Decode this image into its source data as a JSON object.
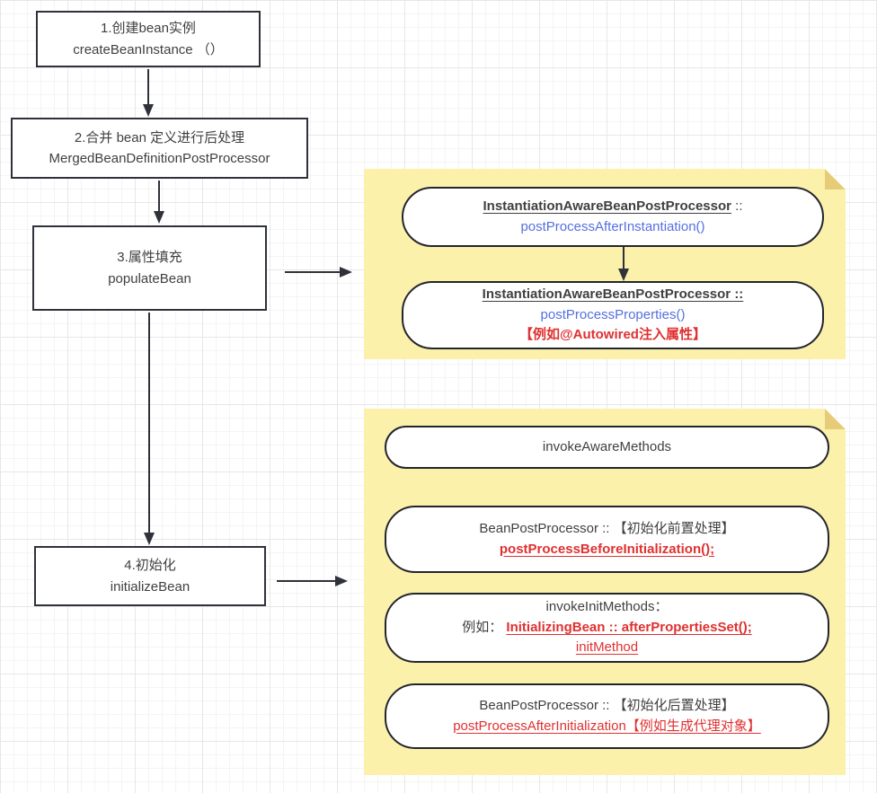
{
  "colors": {
    "note_fill": "#FBF1AB",
    "note_fold": "#E6CC78",
    "link_blue": "#5470E0",
    "alert_red": "#E03030",
    "stroke_dark": "#2F323A",
    "text_dark": "#3F3F3F"
  },
  "flow": {
    "step1": {
      "line1": "1.创建bean实例",
      "line2": "createBeanInstance （）"
    },
    "step2": {
      "line1": "2.合并 bean 定义进行后处理",
      "line2": "MergedBeanDefinitionPostProcessor"
    },
    "step3": {
      "line1": "3.属性填充",
      "line2": "populateBean"
    },
    "step4": {
      "line1": "4.初始化",
      "line2": "initializeBean"
    }
  },
  "note1": {
    "box_after_instantiation": {
      "title_bold": "InstantiationAwareBeanPostProcessor",
      "title_rest": " ::",
      "method_blue": "postProcessAfterInstantiation()"
    },
    "box_properties": {
      "title_bold": "InstantiationAwareBeanPostProcessor ::",
      "method_blue": "postProcessProperties()",
      "note_red": "【例如@Autowired注入属性】"
    }
  },
  "note2": {
    "box_aware": {
      "text": "invokeAwareMethods"
    },
    "box_before_init": {
      "line1": "BeanPostProcessor ::  【初始化前置处理】",
      "line2_red": "postProcessBeforeInitialization();"
    },
    "box_init_methods": {
      "line1": "invokeInitMethods：",
      "line2_prefix": "例如：",
      "line2_red": "InitializingBean :: afterPropertiesSet();",
      "line3_red": "initMethod"
    },
    "box_after_init": {
      "line1": "BeanPostProcessor ::  【初始化后置处理】",
      "line2_red": "postProcessAfterInitialization【例如生成代理对象】"
    }
  }
}
